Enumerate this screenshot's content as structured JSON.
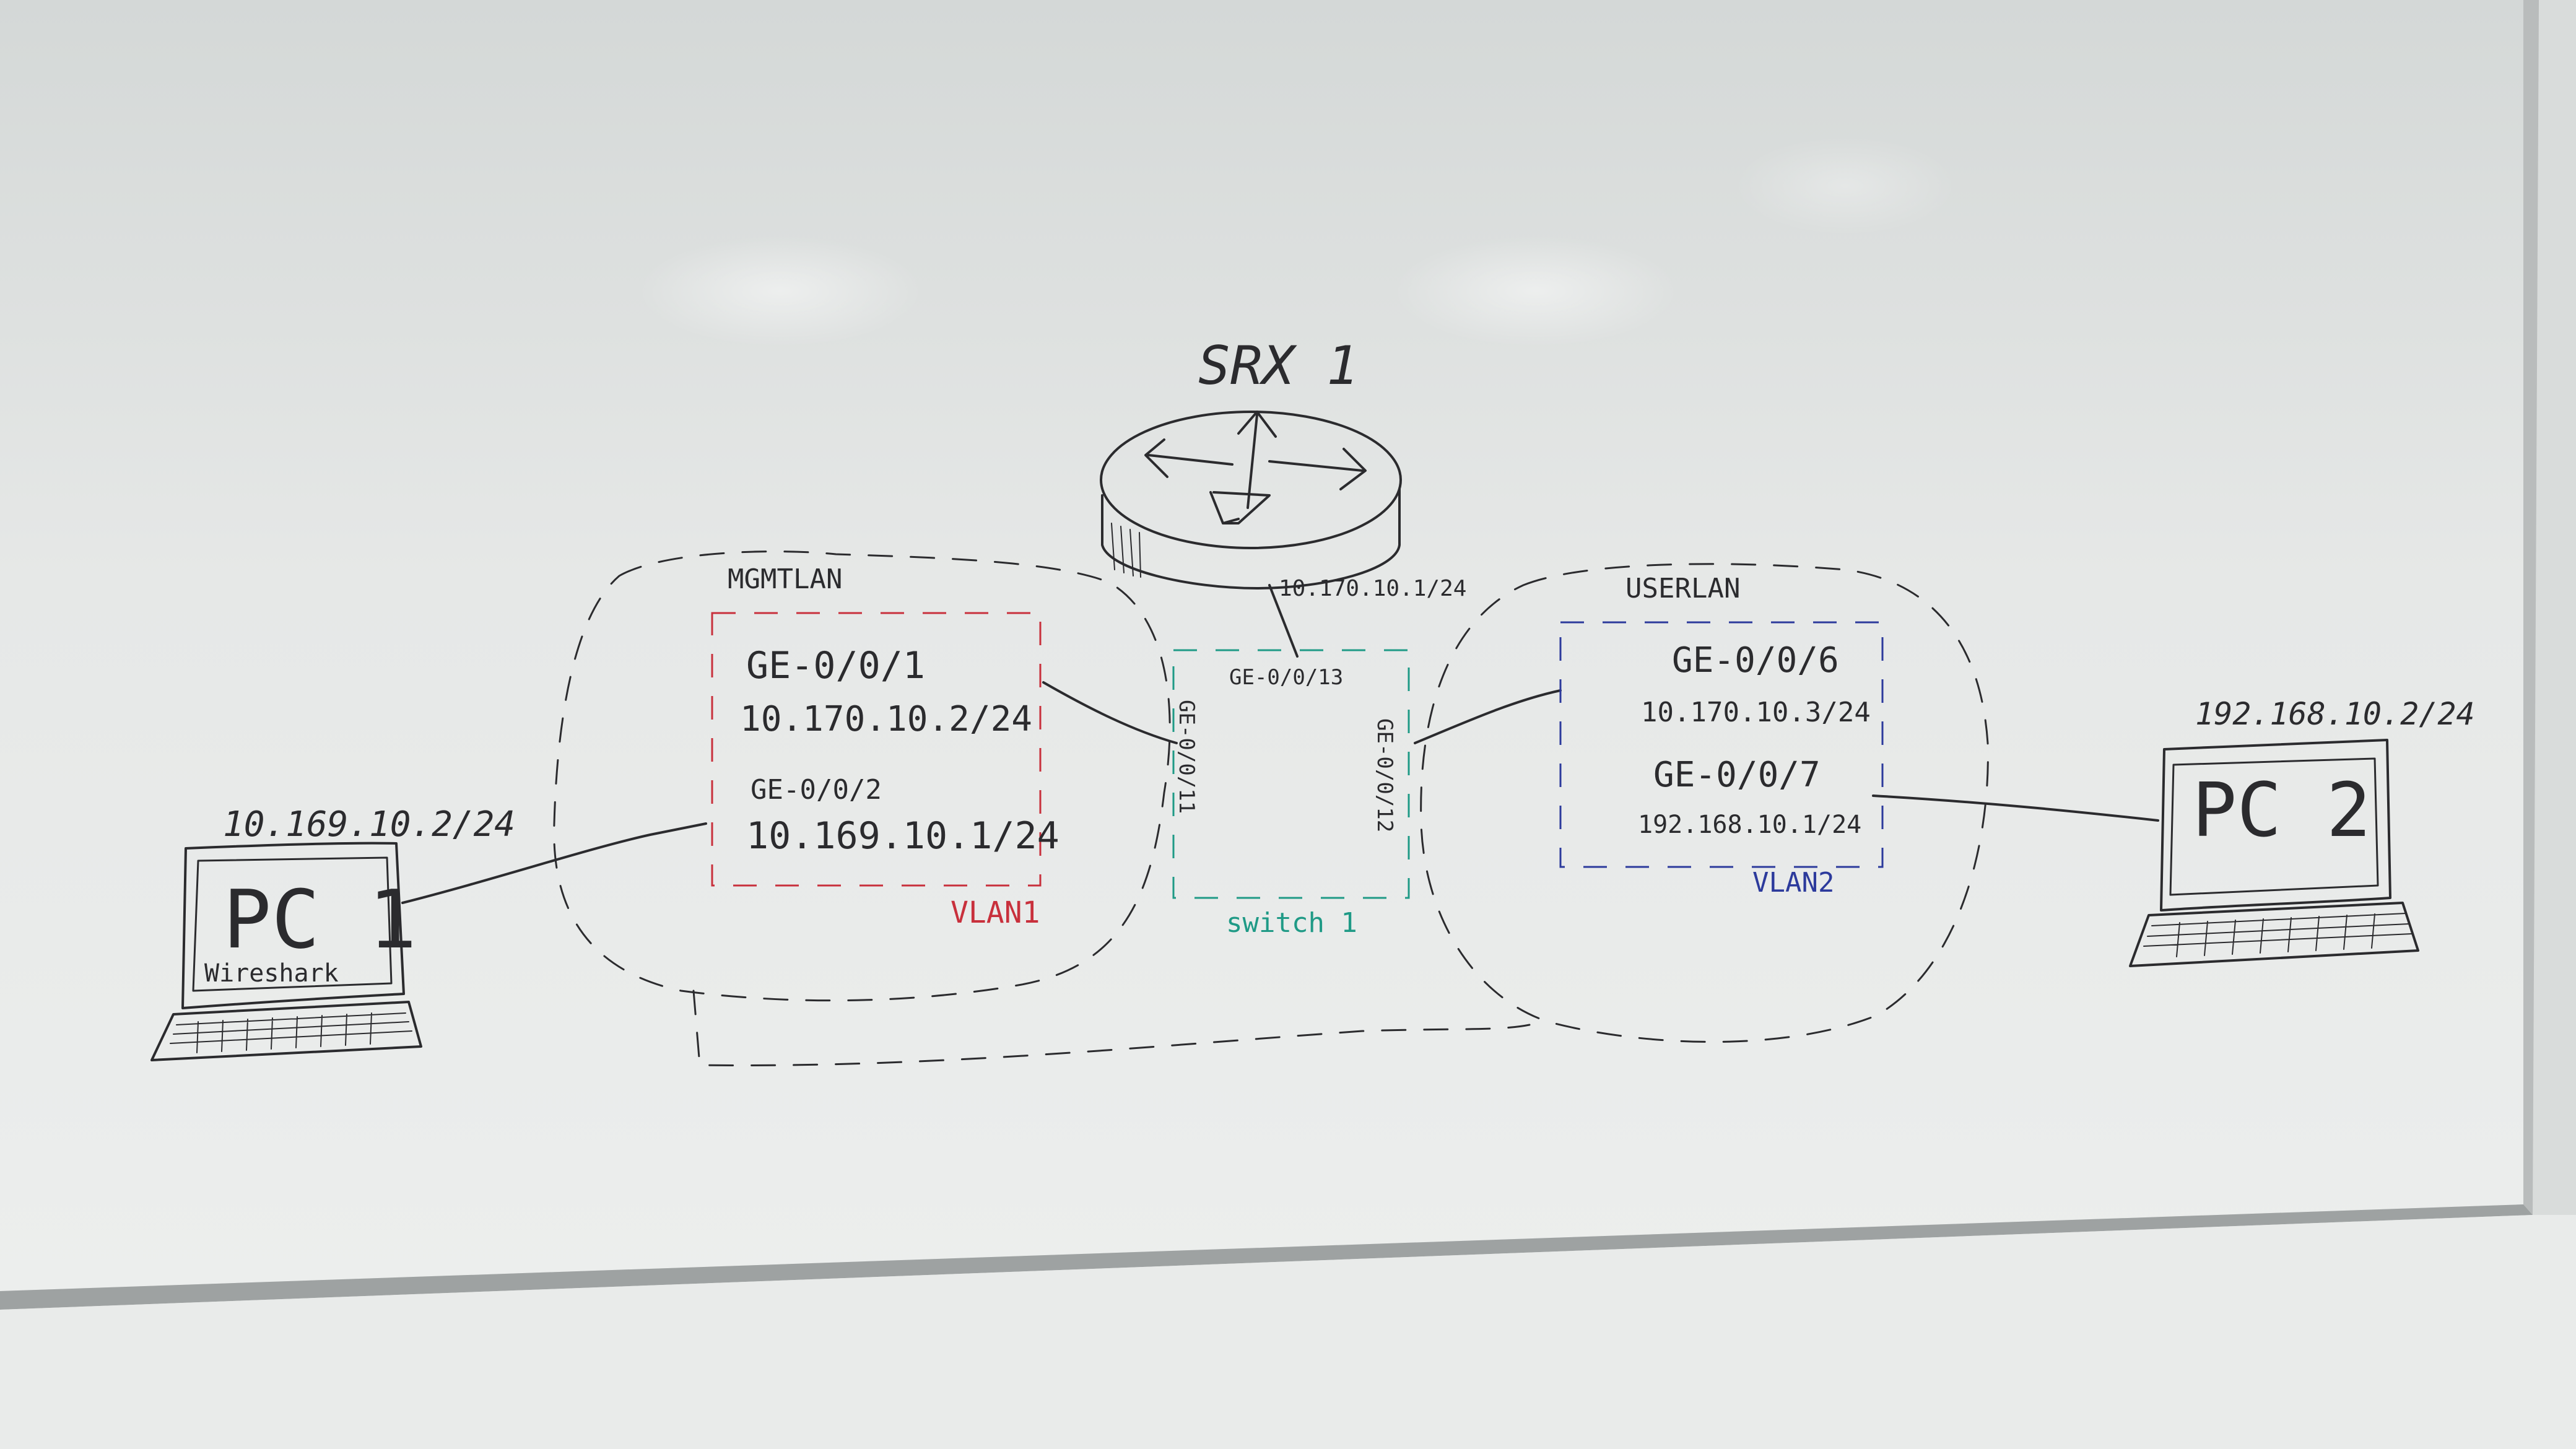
{
  "router": {
    "name": "SRX 1",
    "interface_ip": "10.170.10.1/24"
  },
  "pc1": {
    "ip": "10.169.10.2/24",
    "label": "PC 1",
    "note": "Wireshark"
  },
  "pc2": {
    "ip": "192.168.10.2/24",
    "label": "PC 2"
  },
  "mgmt_zone": {
    "title": "MGMTLAN",
    "port1_name": "GE-0/0/1",
    "port1_ip": "10.170.10.2/24",
    "port2_name": "GE-0/0/2",
    "port2_ip": "10.169.10.1/24",
    "vlan": "VLAN1"
  },
  "user_zone": {
    "title": "USERLAN",
    "port1_name": "GE-0/0/6",
    "port1_ip": "10.170.10.3/24",
    "port2_name": "GE-0/0/7",
    "port2_ip": "192.168.10.1/24",
    "vlan": "VLAN2"
  },
  "switch": {
    "name": "switch 1",
    "top_port": "GE-0/0/13",
    "left_port": "GE-0/0/11",
    "right_port": "GE-0/0/12"
  },
  "colors": {
    "ink": "#2b2b2e",
    "vlan1_red": "#c8303c",
    "vlan2_blue": "#2c3a9c",
    "switch_teal": "#1f9a86",
    "board": "#e8eaea",
    "tray": "#a7abab"
  }
}
